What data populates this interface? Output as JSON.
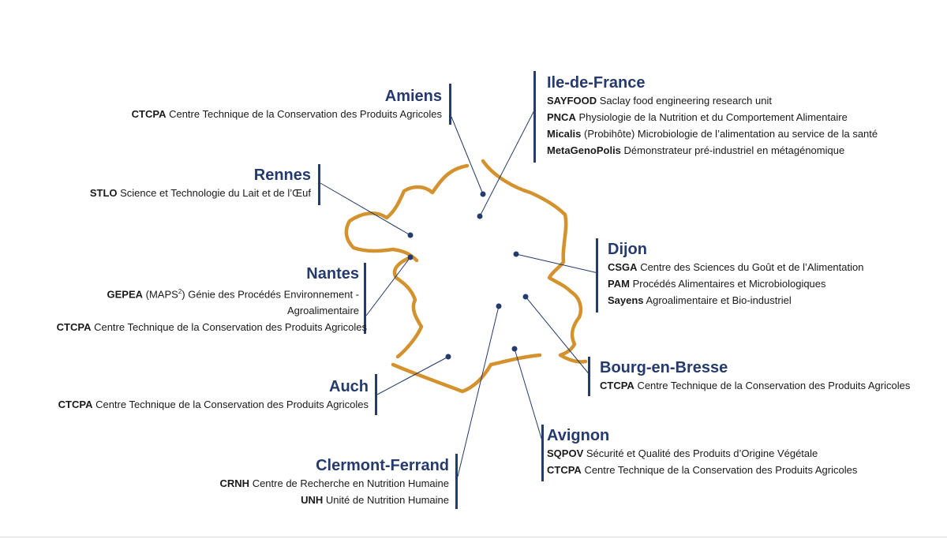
{
  "colors": {
    "city": "#253a6e",
    "outline": "#d4922e",
    "leader": "#253a6e",
    "text": "#1a1a1a"
  },
  "sites": {
    "amiens": {
      "city": "Amiens",
      "entries": [
        {
          "abbr": "CTCPA",
          "desc": "Centre Technique de la Conservation des Produits Agricoles"
        }
      ]
    },
    "iledefrance": {
      "city": "Ile-de-France",
      "entries": [
        {
          "abbr": "SAYFOOD",
          "desc": "Saclay food engineering research unit"
        },
        {
          "abbr": "PNCA",
          "desc": "Physiologie de la Nutrition et du Comportement Alimentaire"
        },
        {
          "abbr": "Micalis",
          "desc": "(Probihôte) Microbiologie de l’alimentation au service de la santé"
        },
        {
          "abbr": "MetaGenoPolis",
          "desc": "Démonstrateur pré-industriel en métagénomique"
        }
      ]
    },
    "rennes": {
      "city": "Rennes",
      "entries": [
        {
          "abbr": "STLO",
          "desc": "Science et Technologie du Lait et de l’Œuf"
        }
      ]
    },
    "dijon": {
      "city": "Dijon",
      "entries": [
        {
          "abbr": "CSGA",
          "desc": "Centre des Sciences du Goût et de l’Alimentation"
        },
        {
          "abbr": "PAM",
          "desc": "Procédés Alimentaires et Microbiologiques"
        },
        {
          "abbr": "Sayens",
          "desc": "Agroalimentaire et Bio-industriel"
        }
      ]
    },
    "nantes": {
      "city": "Nantes",
      "entries": [
        {
          "abbr": "GEPEA",
          "desc_pre": "(MAPS",
          "desc_sup": "2",
          "desc_post": ") Génie des Procédés Environnement -",
          "desc_line2": "Agroalimentaire"
        },
        {
          "abbr": "CTCPA",
          "desc": "Centre Technique de la Conservation des Produits Agricoles"
        }
      ]
    },
    "bourg": {
      "city": "Bourg-en-Bresse",
      "entries": [
        {
          "abbr": "CTCPA",
          "desc": "Centre Technique de la Conservation des Produits Agricoles"
        }
      ]
    },
    "auch": {
      "city": "Auch",
      "entries": [
        {
          "abbr": "CTCPA",
          "desc": "Centre Technique de la Conservation des Produits Agricoles"
        }
      ]
    },
    "avignon": {
      "city": "Avignon",
      "entries": [
        {
          "abbr": "SQPOV",
          "desc": "Sécurité et Qualité des Produits d’Origine Végétale"
        },
        {
          "abbr": "CTCPA",
          "desc": "Centre Technique de la Conservation des Produits Agricoles"
        }
      ]
    },
    "clermont": {
      "city": "Clermont-Ferrand",
      "entries": [
        {
          "abbr": "CRNH",
          "desc": "Centre de Recherche en Nutrition Humaine"
        },
        {
          "abbr": "UNH",
          "desc": "Unité de Nutrition Humaine"
        }
      ]
    }
  }
}
